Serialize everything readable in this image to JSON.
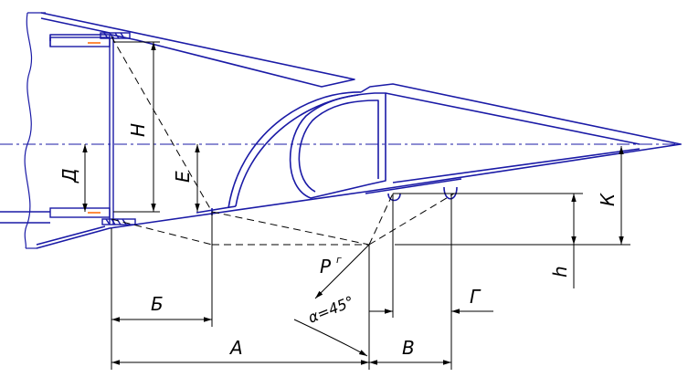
{
  "labels": {
    "H": "Н",
    "D": "Д",
    "E": "Е",
    "B": "Б",
    "A": "А",
    "V": "В",
    "G": "Г",
    "K": "К",
    "h": "h",
    "P": "Р",
    "P_sub": "г",
    "alpha": "α=45°"
  },
  "colors": {
    "profile": "#1a1aa6",
    "axis": "#1a1aa6",
    "dims": "#000000",
    "accent": "#ff6600"
  }
}
